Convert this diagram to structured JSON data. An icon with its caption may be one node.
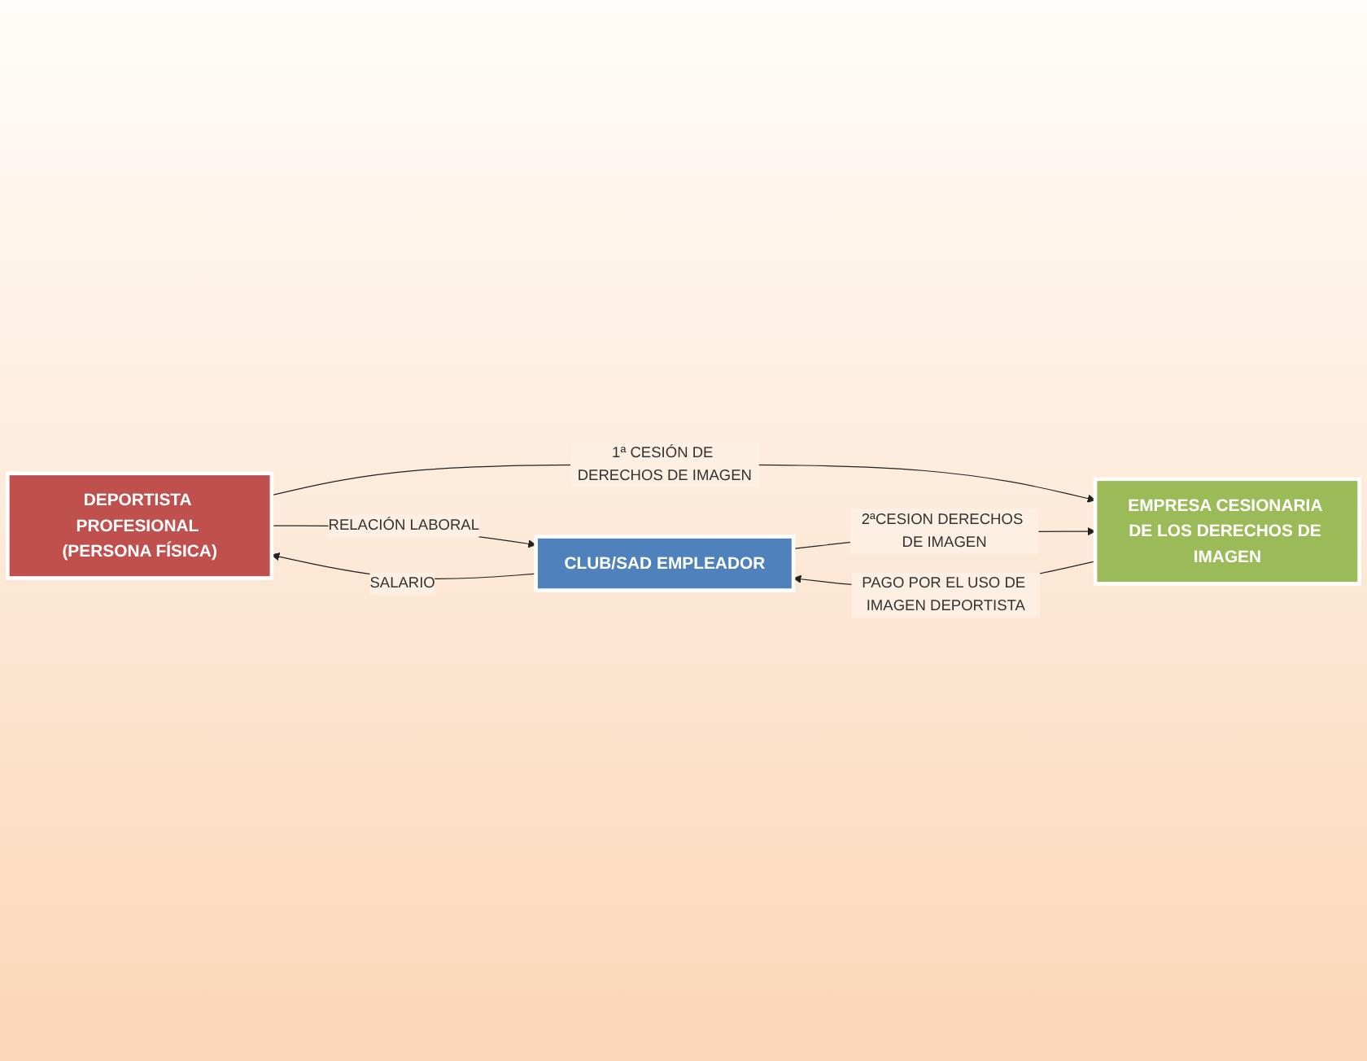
{
  "diagram": {
    "nodes": [
      {
        "text": [
          "DEPORTISTA PROFESIONAL (PERSONA FÍSICA)"
        ]
      },
      {
        "text": [
          "EMPRESA CESIONARIA DE LOS DERECHOS DE IMAGEN"
        ]
      },
      {
        "text": [
          "CLUB/SAD EMPLEADOR"
        ]
      }
    ],
    "edges": [
      {
        "from": 0,
        "to": 2,
        "arrow": "to",
        "label": "RELACIÓN LABORAL"
      },
      {
        "from": 2,
        "to": 0,
        "arrow": "to",
        "label": "SALARIO"
      },
      {
        "from": 0,
        "to": 1,
        "arrow": "to",
        "label": "1ª CESIÓN DE DERECHOS DE IMAGEN"
      },
      {
        "from": 2,
        "to": 1,
        "arrow": "to",
        "label": "2ªCESION DERECHOS DE IMAGEN"
      },
      {
        "from": 1,
        "to": 2,
        "arrow": "to",
        "label": "PAGO POR EL USO DE IMAGEN DEPORTISTA"
      }
    ]
  }
}
